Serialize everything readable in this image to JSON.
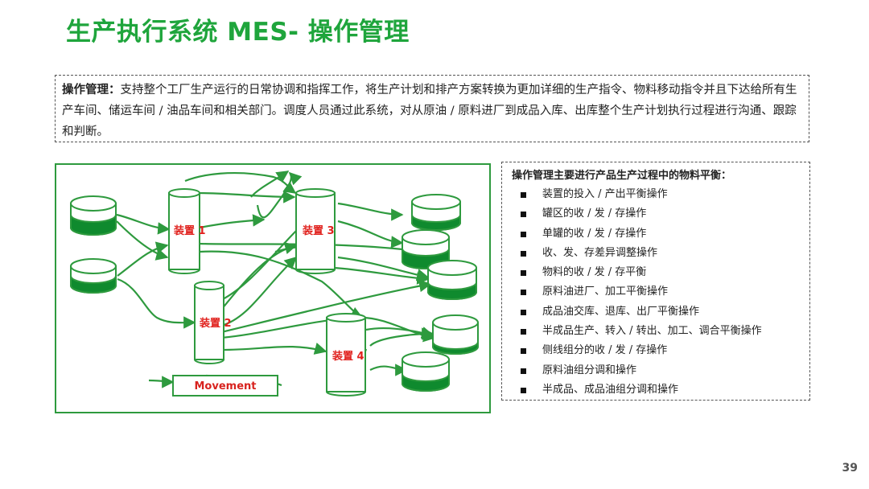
{
  "title": "生产执行系统 MES- 操作管理",
  "description": {
    "label": "操作管理：",
    "text": "支持整个工厂生产运行的日常协调和指挥工作，将生产计划和排产方案转换为更加详细的生产指令、物料移动指令并且下达给所有生产车间、储运车间 / 油品车间和相关部门。调度人员通过此系统，对从原油 / 原料进厂到成品入库、出库整个生产计划执行过程进行沟通、跟踪和判断。"
  },
  "diagram": {
    "units": [
      "装置 1",
      "装置 2",
      "装置 3",
      "装置 4"
    ],
    "movement_label": "Movement",
    "colors": {
      "line": "#2e9a3e",
      "fill": "#0f8a2e",
      "unit_label": "#e0201c",
      "movement_text": "#d8231f"
    }
  },
  "list": {
    "title": "操作管理主要进行产品生产过程中的物料平衡：",
    "items": [
      "装置的投入 / 产出平衡操作",
      "罐区的收 / 发 / 存操作",
      "单罐的收 / 发 / 存操作",
      "收、发、存差异调整操作",
      "物料的收 / 发 / 存平衡",
      "原料油进厂、加工平衡操作",
      "成品油交库、退库、出厂平衡操作",
      "半成品生产、转入 / 转出、加工、调合平衡操作",
      "侧线组分的收 / 发 / 存操作",
      "原料油组分调和操作",
      "半成品、成品油组分调和操作"
    ]
  },
  "page_number": "39"
}
